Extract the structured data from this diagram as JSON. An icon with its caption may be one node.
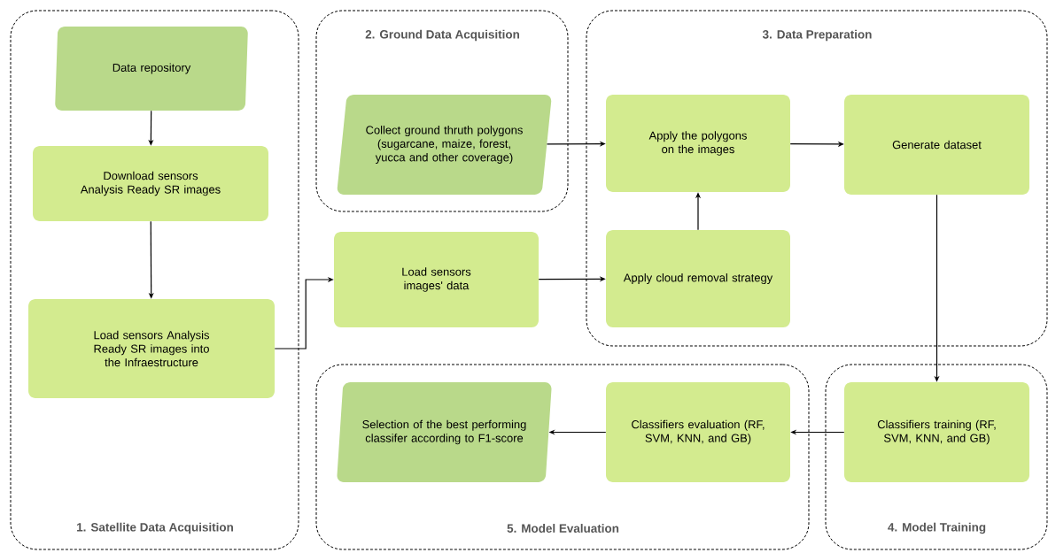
{
  "diagram": {
    "nodes": [
      {
        "text": [
          "1. Satellite Data Acquisition"
        ]
      },
      {
        "text": [
          "Data repository"
        ],
        "in": 0
      },
      {
        "text": [
          "Download sensors Analysis Ready SR images"
        ],
        "in": 0
      },
      {
        "text": [
          "Load sensors Analysis Ready SR images into the Infraestructure"
        ],
        "in": 0
      },
      {
        "text": [
          "2. Ground Data Acquisition"
        ]
      },
      {
        "text": [
          "Collect ground thruth polygons (sugarcane, maize, forest, yucca and other coverage)"
        ],
        "in": 4
      },
      {
        "text": [
          "3. Data Preparation"
        ]
      },
      {
        "text": [
          "Load sensors images' data"
        ]
      },
      {
        "text": [
          "Apply the polygons on the images"
        ],
        "in": 6
      },
      {
        "text": [
          "Generate dataset"
        ],
        "in": 6
      },
      {
        "text": [
          "Apply cloud removal strategy"
        ],
        "in": 6
      },
      {
        "text": [
          "4. Model Training"
        ]
      },
      {
        "text": [
          "Classifiers training (RF, SVM, KNN, and GB)"
        ],
        "in": 11
      },
      {
        "text": [
          "5. Model Evaluation"
        ]
      },
      {
        "text": [
          "Classifiers evaluation (RF, SVM, KNN, and GB)"
        ],
        "in": 13
      },
      {
        "text": [
          "Selection of the best performing classifer according to F1-score"
        ],
        "in": 13
      }
    ],
    "edges": [
      {
        "from": 1,
        "to": 2,
        "arrow": "to"
      },
      {
        "from": 2,
        "to": 3,
        "arrow": "to"
      },
      {
        "from": 3,
        "to": 7,
        "arrow": "to"
      },
      {
        "from": 7,
        "to": 10,
        "arrow": "to"
      },
      {
        "from": 5,
        "to": 8,
        "arrow": "to"
      },
      {
        "from": 10,
        "to": 8,
        "arrow": "to"
      },
      {
        "from": 8,
        "to": 9,
        "arrow": "to"
      },
      {
        "from": 9,
        "to": 12,
        "arrow": "to"
      },
      {
        "from": 12,
        "to": 14,
        "arrow": "to"
      },
      {
        "from": 14,
        "to": 15,
        "arrow": "to"
      }
    ]
  }
}
